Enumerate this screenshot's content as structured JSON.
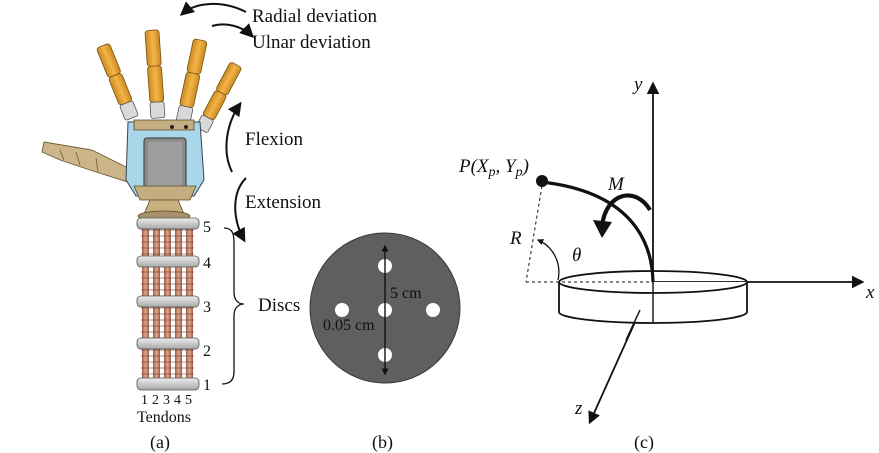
{
  "panel_a": {
    "motion_labels": {
      "radial": "Radial deviation",
      "ulnar": "Ulnar deviation",
      "flexion": "Flexion",
      "extension": "Extension"
    },
    "discs_label": "Discs",
    "disc_numbers": [
      "5",
      "4",
      "3",
      "2",
      "1"
    ],
    "tendon_numbers": [
      "1",
      "2",
      "3",
      "4",
      "5"
    ],
    "tendons_label": "Tendons",
    "caption": "(a)",
    "colors": {
      "finger": "#e8a030",
      "palm": "#a9d6e8",
      "bronze": "#b9a27a",
      "spring": "#c8886c",
      "disc": "#c9c9c9"
    }
  },
  "panel_b": {
    "length_label": "5 cm",
    "hole_label": "0.05 cm",
    "caption": "(b)",
    "colors": {
      "disc": "#5f5f5f"
    }
  },
  "panel_c": {
    "point_label": "P(X",
    "point_sub_x": "p",
    "point_mid": ", Y",
    "point_sub_y": "p",
    "point_end": ")",
    "moment_label": "M",
    "radius_label": "R",
    "theta_label": "θ",
    "axis_x": "x",
    "axis_y": "y",
    "axis_z": "z",
    "caption": "(c)"
  }
}
